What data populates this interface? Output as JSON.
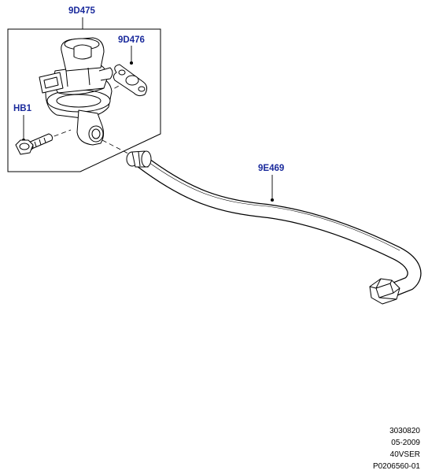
{
  "callouts": {
    "valve": "9D475",
    "gasket": "9D476",
    "bolt": "HB1",
    "hose": "9E469"
  },
  "footer": {
    "line1": "3030820",
    "line2": "05-2009",
    "line3": "40VSER",
    "line4": "P0206560-01"
  },
  "colors": {
    "callout_text": "#1a2a9c",
    "line_art": "#000000",
    "background": "#ffffff"
  }
}
